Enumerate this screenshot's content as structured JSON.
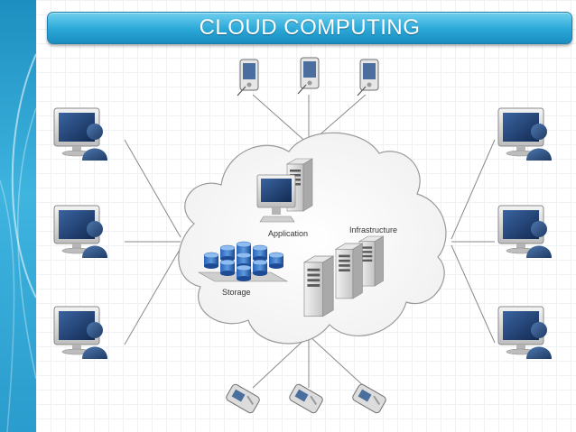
{
  "title": "CLOUD COMPUTING",
  "cloud": {
    "labels": {
      "application": "Application",
      "infrastructure": "Infrastructure",
      "storage": "Storage"
    }
  },
  "colors": {
    "accent": "#2aa7d8",
    "monitor": "#1f3f6e",
    "user": "#2b4c7e",
    "line": "#8a8a8a"
  },
  "icons": [
    "monitor-user-icon",
    "pda-icon",
    "cell-phone-icon",
    "server-icon",
    "database-icon",
    "desktop-computer-icon"
  ]
}
